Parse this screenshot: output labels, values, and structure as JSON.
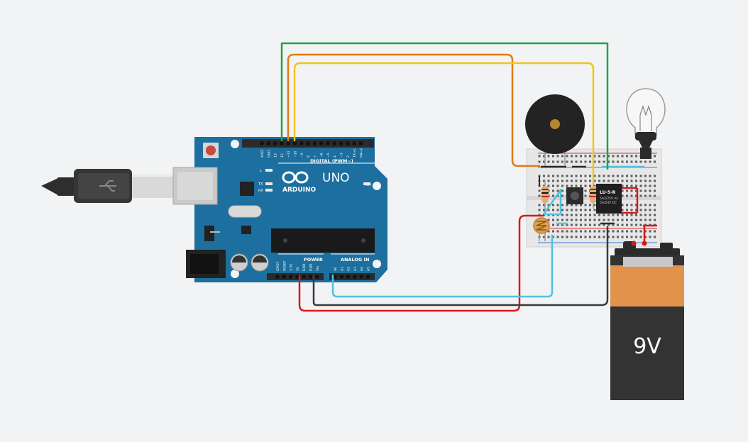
{
  "arduino": {
    "brand": "ARDUINO",
    "model": "UNO",
    "digital_header_label": "DIGITAL (PWM~)",
    "power_label": "POWER",
    "analog_label": "ANALOG IN",
    "on_label": "ON",
    "led_labels": [
      "L",
      "TX",
      "RX"
    ],
    "digital_pins": [
      "AREF",
      "GND",
      "13",
      "12",
      "~11",
      "~10",
      "~9",
      "8",
      "7",
      "~6",
      "~5",
      "4",
      "~3",
      "2",
      "TX→1",
      "RX←0"
    ],
    "power_pins": [
      "IOREF",
      "RESET",
      "3.3V",
      "5V",
      "GND",
      "GND",
      "Vin"
    ],
    "analog_pins": [
      "A0",
      "A1",
      "A2",
      "A3",
      "A4",
      "A5"
    ]
  },
  "relay": {
    "model": "LU-5-R",
    "line1": "5A/125V AC",
    "line2": "5A/24V DC"
  },
  "battery": {
    "label": "9V"
  },
  "colors": {
    "background": "#f2f3f5",
    "board_blue": "#1c6f9e",
    "wire_green": "#1fa34a",
    "wire_orange": "#e37b12",
    "wire_yellow": "#f2c51a",
    "wire_red": "#d7181f",
    "wire_black": "#3a3a3a",
    "wire_cyan": "#4ec3de",
    "battery_orange": "#e1924b",
    "battery_body": "#333333"
  }
}
